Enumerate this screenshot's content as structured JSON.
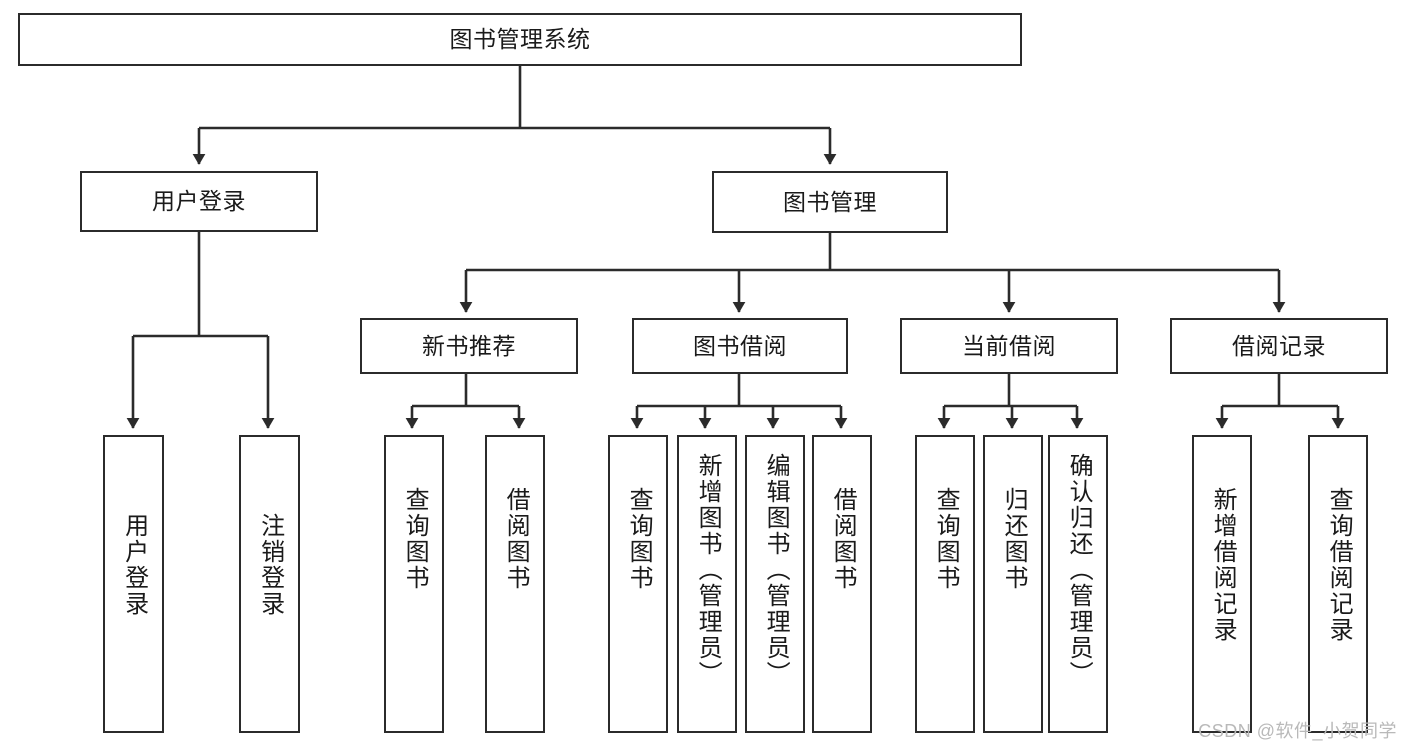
{
  "diagram": {
    "title": "图书管理系统",
    "type": "hierarchy-tree",
    "root": {
      "id": "root",
      "label": "图书管理系统"
    },
    "level2": [
      {
        "id": "user-login",
        "label": "用户登录"
      },
      {
        "id": "book-management",
        "label": "图书管理"
      }
    ],
    "level3": [
      {
        "id": "new-book-recommend",
        "label": "新书推荐",
        "parent": "book-management"
      },
      {
        "id": "book-borrow",
        "label": "图书借阅",
        "parent": "book-management"
      },
      {
        "id": "current-borrow",
        "label": "当前借阅",
        "parent": "book-management"
      },
      {
        "id": "borrow-record",
        "label": "借阅记录",
        "parent": "book-management"
      }
    ],
    "leaves": [
      {
        "id": "leaf-user-login",
        "label": "用户登录",
        "parent": "user-login"
      },
      {
        "id": "leaf-logout",
        "label": "注销登录",
        "parent": "user-login"
      },
      {
        "id": "leaf-query-book-1",
        "label": "查询图书",
        "parent": "new-book-recommend"
      },
      {
        "id": "leaf-borrow-book-1",
        "label": "借阅图书",
        "parent": "new-book-recommend"
      },
      {
        "id": "leaf-query-book-2",
        "label": "查询图书",
        "parent": "book-borrow"
      },
      {
        "id": "leaf-add-book",
        "label": "新增图书（管理员）",
        "parent": "book-borrow"
      },
      {
        "id": "leaf-edit-book",
        "label": "编辑图书（管理员）",
        "parent": "book-borrow"
      },
      {
        "id": "leaf-borrow-book-2",
        "label": "借阅图书",
        "parent": "book-borrow"
      },
      {
        "id": "leaf-query-book-3",
        "label": "查询图书",
        "parent": "current-borrow"
      },
      {
        "id": "leaf-return-book",
        "label": "归还图书",
        "parent": "current-borrow"
      },
      {
        "id": "leaf-confirm-return",
        "label": "确认归还（管理员）",
        "parent": "current-borrow"
      },
      {
        "id": "leaf-add-record",
        "label": "新增借阅记录",
        "parent": "borrow-record"
      },
      {
        "id": "leaf-query-record",
        "label": "查询借阅记录",
        "parent": "borrow-record"
      }
    ],
    "colors": {
      "stroke": "#2b2b2b",
      "background": "#ffffff",
      "text": "#1a1a1a",
      "watermark": "#b9b9b9"
    }
  },
  "watermark": {
    "text": "CSDN @软件_小贺同学"
  }
}
